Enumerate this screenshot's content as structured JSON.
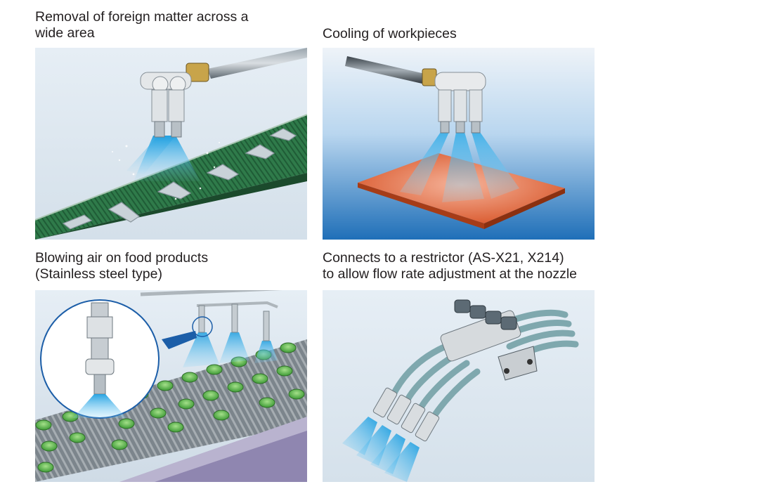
{
  "panels": [
    {
      "caption": [
        "Removal of foreign matter across a",
        "wide area"
      ]
    },
    {
      "caption": [
        "Cooling of workpieces"
      ]
    },
    {
      "caption": [
        "Blowing air on food products",
        "(Stainless steel type)"
      ]
    },
    {
      "caption": [
        "Connects to a restrictor (AS-X21, X214)",
        "to allow flow rate adjustment at the nozzle"
      ]
    }
  ]
}
